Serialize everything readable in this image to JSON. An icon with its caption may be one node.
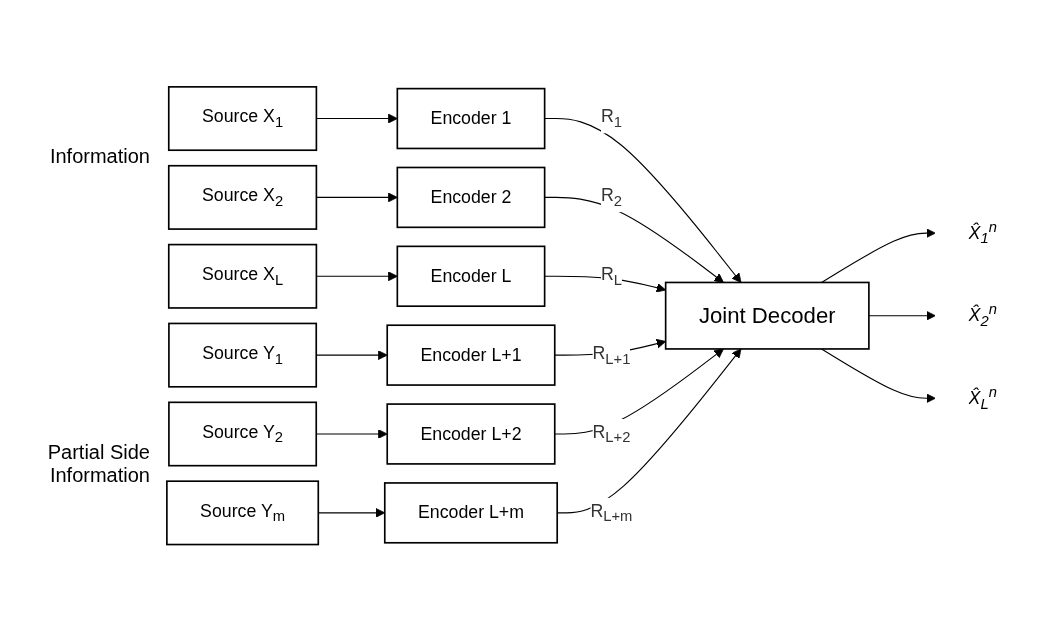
{
  "diagram": {
    "nodes": [
      {
        "text": [
          "Source X$_{1}$"
        ]
      },
      {
        "text": [
          "Encoder 1"
        ]
      },
      {
        "text": [
          "Source X$_{2}$"
        ]
      },
      {
        "text": [
          "Encoder 2"
        ]
      },
      {
        "text": [
          "Source X$_{L}$"
        ]
      },
      {
        "text": [
          "Encoder L"
        ]
      },
      {
        "text": [
          "Source Y$_{1}$"
        ]
      },
      {
        "text": [
          "Encoder L+1"
        ]
      },
      {
        "text": [
          "Source Y$_{2}$"
        ]
      },
      {
        "text": [
          "Encoder L+2"
        ]
      },
      {
        "text": [
          "Source Y$_{m}$"
        ]
      },
      {
        "text": [
          "Encoder L+m"
        ]
      },
      {
        "text": [
          "Joint Decoder"
        ]
      },
      {
        "text": [
          "X̂$_{1}$$^{n}$"
        ]
      },
      {
        "text": [
          "X̂$_{2}$$^{n}$"
        ]
      },
      {
        "text": [
          "X̂$_{L}$$^{n}$"
        ]
      }
    ],
    "edges": [
      {
        "from": 0,
        "to": 1,
        "arrow": "to"
      },
      {
        "from": 2,
        "to": 3,
        "arrow": "to"
      },
      {
        "from": 4,
        "to": 5,
        "arrow": "to"
      },
      {
        "from": 6,
        "to": 7,
        "arrow": "to"
      },
      {
        "from": 8,
        "to": 9,
        "arrow": "to"
      },
      {
        "from": 10,
        "to": 11,
        "arrow": "to"
      },
      {
        "from": 1,
        "to": 12,
        "arrow": "to",
        "label": "R$_{1}$"
      },
      {
        "from": 3,
        "to": 12,
        "arrow": "to",
        "label": "R$_{2}$"
      },
      {
        "from": 5,
        "to": 12,
        "arrow": "to",
        "label": "R$_{L}$"
      },
      {
        "from": 7,
        "to": 12,
        "arrow": "to",
        "label": "R$_{L+1}$"
      },
      {
        "from": 9,
        "to": 12,
        "arrow": "to",
        "label": "R$_{L+2}$"
      },
      {
        "from": 11,
        "to": 12,
        "arrow": "to",
        "label": "R$_{L+m}$"
      },
      {
        "from": 12,
        "to": 13,
        "arrow": "to"
      },
      {
        "from": 12,
        "to": 14,
        "arrow": "to"
      },
      {
        "from": 12,
        "to": 15,
        "arrow": "to"
      }
    ],
    "labels": [
      "Information",
      "Partial Side Information"
    ]
  }
}
